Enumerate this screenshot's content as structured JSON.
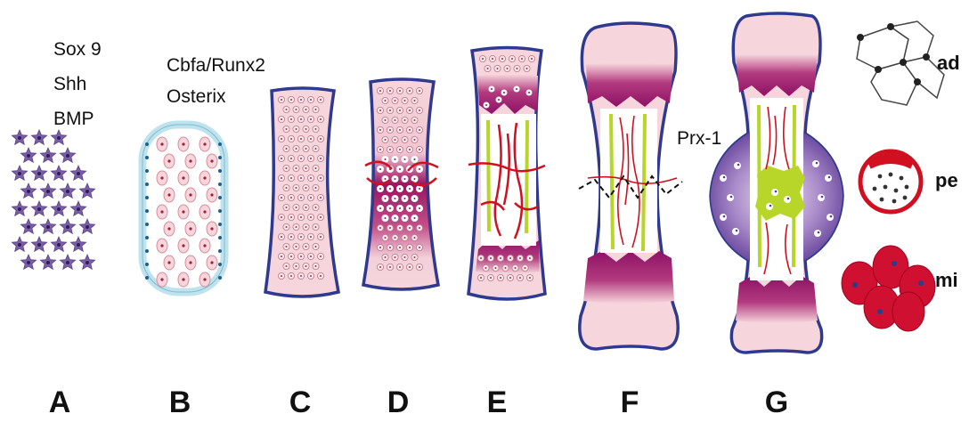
{
  "genes": {
    "stage_a": [
      "Sox 9",
      "Shh",
      "BMP"
    ],
    "stage_b": [
      "Cbfa/Runx2",
      "Osterix"
    ],
    "stage_f": "Prx-1"
  },
  "stage_labels": [
    "A",
    "B",
    "C",
    "D",
    "E",
    "F",
    "G"
  ],
  "legend": {
    "ad": "ad",
    "pe": "pe",
    "mi": "mi"
  },
  "colors": {
    "bone_outline": "#2f3a8f",
    "cartilage_pink": "#f6d6dc",
    "growth_plate_purple": "#8e1266",
    "vessel_red": "#d01020",
    "trabecula_green": "#b8d62a",
    "mesenchyme_purple": "#7b5ea8",
    "condensation_blue": "#bfe3ee",
    "callus_violet": "#6a3d9a"
  }
}
